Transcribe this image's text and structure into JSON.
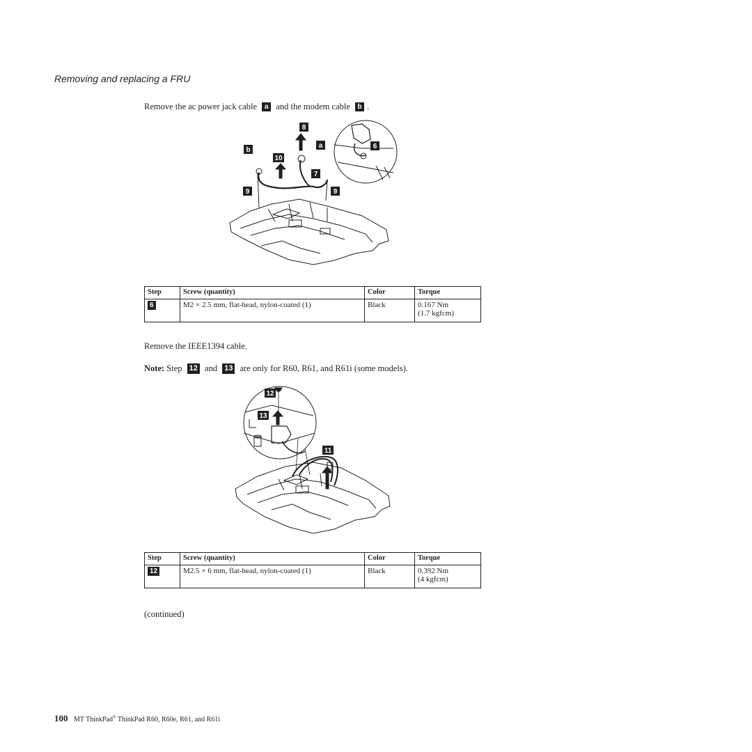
{
  "heading": "Removing and replacing a FRU",
  "step1": {
    "text_a": "Remove the ac power jack cable",
    "badge_a": "a",
    "text_b": "and the modem cable",
    "badge_b": "b",
    "text_end": "."
  },
  "figure1": {
    "labels": {
      "b": "b",
      "a": "a",
      "s10": "10",
      "s8": "8",
      "s7": "7",
      "s6": "6",
      "s9_left": "9",
      "s9_right": "9"
    }
  },
  "table1": {
    "headers": [
      "Step",
      "Screw (quantity)",
      "Color",
      "Torque"
    ],
    "row": {
      "step": "6",
      "screw": "M2 × 2.5 mm, flat-head, nylon-coated (1)",
      "color": "Black",
      "torque_line1": "0.167 Nm",
      "torque_line2": "(1.7 kgfcm)"
    }
  },
  "step2": {
    "text": "Remove the IEEE1394 cable."
  },
  "note": {
    "label": "Note:",
    "pre": "Step",
    "badge1": "12",
    "mid": "and",
    "badge2": "13",
    "post": "are only for R60, R61, and R61i (some models)."
  },
  "figure2": {
    "labels": {
      "s12": "12",
      "s13": "13",
      "s11": "11"
    }
  },
  "table2": {
    "headers": [
      "Step",
      "Screw (quantity)",
      "Color",
      "Torque"
    ],
    "row": {
      "step": "12",
      "screw": "M2.5 × 6 mm, flat-head, nylon-coated (1)",
      "color": "Black",
      "torque_line1": "0.392 Nm",
      "torque_line2": "(4 kgfcm)"
    }
  },
  "continued": "(continued)",
  "footer": {
    "page_number": "100",
    "text_pre": "MT ThinkPad",
    "registered": "®",
    "text_post": " ThinkPad R60, R60e, R61, and R61i"
  }
}
